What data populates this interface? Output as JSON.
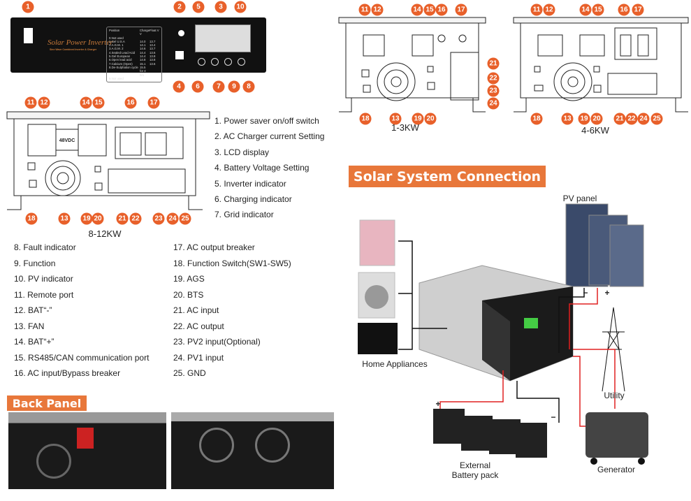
{
  "front_panel": {
    "brand": "Solar Power Inverter",
    "subtitle": "Sine Wave Combined Inverter & Charger",
    "table": {
      "headers": [
        "Position",
        "Charge V",
        "Float V"
      ],
      "rows": [
        [
          "0.Not used",
          "",
          ""
        ],
        [
          "1.Gel U.S.A",
          "14.0",
          "13.7"
        ],
        [
          "2.A.G.M. 1",
          "14.1",
          "13.4"
        ],
        [
          "3.A.G.M. 2",
          "14.6",
          "13.7"
        ],
        [
          "4.Sealed Lead Acid",
          "14.4",
          "13.6"
        ],
        [
          "5.Gel European",
          "14.4",
          "13.8"
        ],
        [
          "6.Open lead acid",
          "14.8",
          "13.8"
        ],
        [
          "7.Calcium (Open)",
          "15.1",
          "13.6"
        ],
        [
          "8.De-Sulphation cycle",
          "15.5 for 4 hrs",
          ""
        ],
        [
          "9.Not used",
          "",
          ""
        ]
      ]
    },
    "badges": [
      "1",
      "2",
      "5",
      "3",
      "10",
      "4",
      "6",
      "7",
      "9",
      "8"
    ]
  },
  "model_8_12": {
    "caption": "8-12KW",
    "battery_label": "48VDC",
    "badges": [
      "11",
      "12",
      "14",
      "15",
      "16",
      "17",
      "18",
      "13",
      "19",
      "20",
      "21",
      "22",
      "23",
      "24",
      "25"
    ]
  },
  "model_1_3": {
    "caption": "1-3KW",
    "badges": [
      "11",
      "12",
      "14",
      "15",
      "16",
      "17",
      "21",
      "22",
      "23",
      "24",
      "18",
      "13",
      "19",
      "20"
    ]
  },
  "model_4_6": {
    "caption": "4-6KW",
    "badges": [
      "11",
      "12",
      "14",
      "15",
      "16",
      "17",
      "18",
      "13",
      "19",
      "20",
      "21",
      "22",
      "24",
      "25"
    ]
  },
  "legend": [
    "1. Power saver on/off switch",
    "2. AC Charger current Setting",
    "3. LCD display",
    "4. Battery Voltage Setting",
    "5. Inverter indicator",
    "6. Charging indicator",
    "7. Grid indicator",
    "8. Fault indicator",
    "9. Function",
    "10. PV indicator",
    "11. Remote port",
    "12. BAT“-”",
    "13. FAN",
    "14. BAT“+”",
    "15. RS485/CAN communication port",
    "16. AC input/Bypass breaker",
    "17. AC output breaker",
    "18. Function Switch(SW1-SW5)",
    "19. AGS",
    "20. BTS",
    "21. AC input",
    "22. AC output",
    "23. PV2 input(Optional)",
    "24. PV1 input",
    "25. GND"
  ],
  "back_panel": {
    "title": "Back Panel"
  },
  "connection": {
    "title": "Solar System Connection",
    "pv_panel": "PV panel",
    "home_appliances": "Home Appliances",
    "utility": "Utility",
    "battery": "External\nBattery pack",
    "battery_line1": "External",
    "battery_line2": "Battery pack",
    "generator": "Generator",
    "plus": "+",
    "minus": "−"
  },
  "colors": {
    "accent": "#e8773a",
    "badge": "#e8602a",
    "wire": "#e02020"
  }
}
